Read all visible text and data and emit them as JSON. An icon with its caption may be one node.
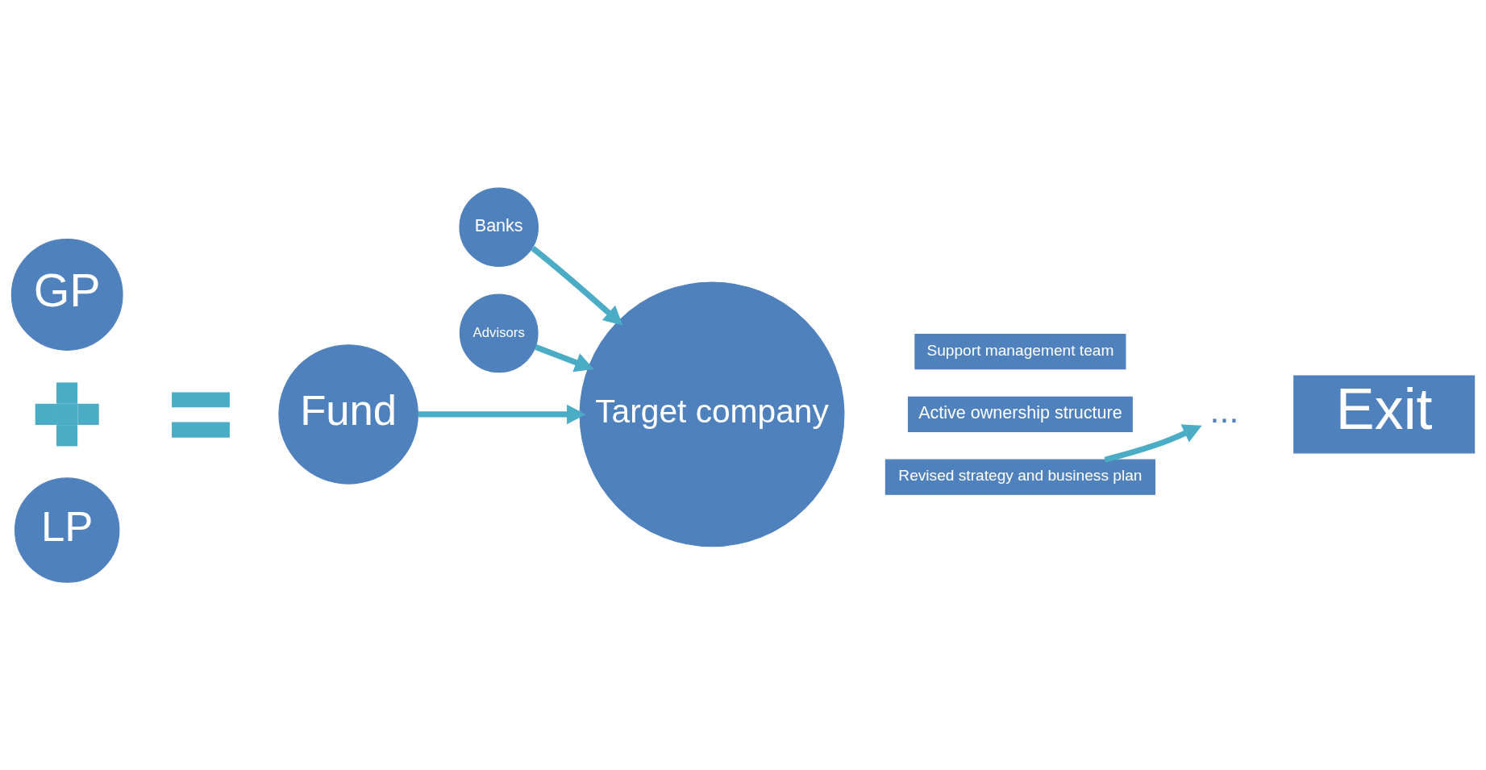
{
  "diagram": {
    "nodes": [
      {
        "text": [
          "GP"
        ]
      },
      {
        "text": [],
        "shape": "plus"
      },
      {
        "text": [
          "LP"
        ]
      },
      {
        "text": [],
        "shape": "equals"
      },
      {
        "text": [
          "Fund"
        ]
      },
      {
        "text": [
          "Banks"
        ]
      },
      {
        "text": [
          "Advisors"
        ]
      },
      {
        "text": [
          "Target company"
        ]
      },
      {
        "text": [
          "Support management team"
        ]
      },
      {
        "text": [
          "Active ownership structure"
        ]
      },
      {
        "text": [
          "Revised strategy and business plan"
        ]
      },
      {
        "text": [
          "..."
        ]
      },
      {
        "text": [
          "Exit"
        ]
      }
    ],
    "edges": [
      {
        "from": 4,
        "to": 7,
        "arrow": "to"
      },
      {
        "from": 5,
        "to": 7,
        "arrow": "to"
      },
      {
        "from": 6,
        "to": 7,
        "arrow": "to"
      },
      {
        "from": 10,
        "to": 11,
        "arrow": "to"
      }
    ]
  }
}
